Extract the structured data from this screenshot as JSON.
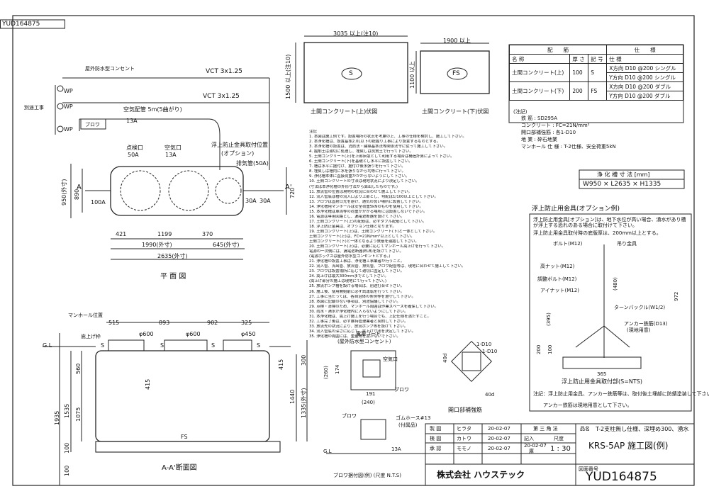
{
  "doc_number_rotated": "YUD164875",
  "plan_view": {
    "title": "平 面 図",
    "outdoor_outlet_label": "屋外防水型コンセント",
    "wp_labels": [
      "WP",
      "WP",
      "WP"
    ],
    "breaker_label": "別途工事",
    "vct1": "VCT 3x1.25",
    "vct2": "VCT 3x1.25",
    "air_pipe": "空気配管 5m(5曲がり)",
    "blower": "ブロワ",
    "air13a": "13A",
    "inspect_port": "点検口",
    "inspect_size": "50A",
    "air_port": "空気口",
    "air_port_size": "13A",
    "float_fitting": "浮上防止金具取付位置",
    "option": "(オプション)",
    "vent_pipe": "排気管(50A)",
    "inlet": "100A",
    "outlet": "30A",
    "outlet2": "30A",
    "sec_a": "A",
    "sec_a2": "A'",
    "dim_950": "950(外寸)",
    "dim_890": "890",
    "dim_720": "720",
    "dim_421": "421",
    "dim_1199": "1199",
    "dim_370": "370",
    "dim_1990": "1990(外寸)",
    "dim_645": "645(外寸)",
    "dim_2635": "2635(外寸)"
  },
  "slab_upper": {
    "dim_w": "3035 以上(注10)",
    "dim_h": "1500 以上(注10)",
    "mark": "S",
    "title": "土間コンクリート(上)伏図"
  },
  "slab_lower": {
    "dim_w": "1900 以上",
    "dim_h": "1100 以上",
    "mark": "FS",
    "title": "土間コンクリート(下)伏図"
  },
  "rebar_table": {
    "title_cols": [
      "配",
      "筋",
      "仕",
      "様"
    ],
    "headers": [
      "名 称",
      "厚 さ",
      "記 号",
      "仕 様"
    ],
    "rows": [
      {
        "name": "土間コンクリート(上)",
        "thick": "100",
        "mark": "S",
        "lines": [
          "X方向  D10 @200 シングル",
          "Y方向  D10 @200 シングル"
        ]
      },
      {
        "name": "土間コンクリート(下)",
        "thick": "200",
        "mark": "FS",
        "lines": [
          "X方向  D10 @200 ダブル",
          "Y方向  D10 @200 ダブル"
        ]
      }
    ]
  },
  "spec_notes": {
    "head": "(注記)",
    "lines": [
      "鉄       筋 : SD295A",
      "コンクリート : FC=21N/mm²",
      "開口部補強筋 : 各1-D10",
      "地       業 : 砕石地業",
      "マンホール 仕 様 : T-2仕様、安全荷重5kN"
    ]
  },
  "tank_size": {
    "label": "浄 化 槽 寸 法 [mm]",
    "value": "W950 × L2635 × H1335"
  },
  "float_detail": {
    "title": "浮上防止用金具(オプション例)",
    "desc": [
      "浮上防止用金具[オプション]は、地下水位が高い場合、湧水があり槽が浮上する恐れのある場合に取付けて下さい。",
      "浮上防止用金具取付時の底版厚は、200mm以上とする。"
    ],
    "bolt": "ボルト(M12)",
    "hanger": "吊り金具",
    "nut": "高ナット(M12)",
    "adj_bolt": "調整ボルト(M12)",
    "eye_nut": "アイナット(M12)",
    "turnbuckle": "ターンバックル(W1/2)",
    "anchor": "アンカー鉄筋(D13)",
    "anchor2": "(現地用意)",
    "dim_480": "(480)",
    "dim_395": "(395)",
    "dim_972": "972",
    "dim_100": "100",
    "dim_200": "200",
    "dim_365": "365",
    "bottom_label": "浮上防止用金具取付部(S=NTS)",
    "notes": [
      "注記：浮上防止用金具、アンカー鉄筋等は、取付後土埋部に防錆塗装して下さい。",
      "アンカー鉄筋は現地用意として下さい。"
    ]
  },
  "section": {
    "title": "A-A'断面図",
    "manhole": "マンホール位置",
    "gl": "G.L",
    "gl2": "G.L",
    "raise_frame": "嵩上げ枠",
    "phi600a": "φ600",
    "phi600b": "φ600",
    "phi450": "φ450",
    "dims_top": [
      "515",
      "893",
      "902",
      "325"
    ],
    "dim_560": "560",
    "dim_1935": "1935",
    "dim_1535": "1535",
    "dim_1075": "1075",
    "dim_415": "415",
    "dim_1440": "1440",
    "dim_1335": "1335(外寸)",
    "dim_300": "300",
    "dim_415b": "415",
    "dim_100": "100",
    "dim_100b": "100",
    "fs": "FS",
    "s_marks": [
      "S",
      "S",
      "S",
      "S"
    ]
  },
  "notes_lines": [
    "注記",
    "1. 本図は施工例です。設置場所の状況を考慮の上、工事の仕様を検討し、施工して下さい。",
    "2. 本浄化槽は、設置基準2.0L以下の総掘り工事により設置するものとする。",
    "3. 本浄化槽の設置は、消防法・建築基準法等関係法令に従って施工して下さい。",
    "4. 掘削土は適切に処理し、埋戻しは良質土で行って下さい。",
    "5. 土間コンクリート(上)を上部床版として利用する場合は構造計算によって下さい。",
    "6. 土間コンクリート(下)を基礎とし水平に設置して下さい。",
    "7. 槽は水平に据付け、据付け後水張りを行って下さい。",
    "8. 埋戻しは槽内に水を張りながら均等に行って下さい。",
    "9. 浄化槽本体に直接荷重がかからないようにして下さい。",
    "10. 土間コンクリートの寸法は現地状況により決定して下さい。",
    "   (寸法は本浄化槽の外形寸法から算出したものです。)",
    "11. 放流管の位置は現地の状況に合わせて施工して下さい。",
    "12. 流入管底は槽の流入口より上部とし、勾配は1/100以上として下さい。",
    "13. ブロワは直射日光を避け、通気の良い場所に設置して下さい。",
    "14. 浄化槽用マンホールは安全荷重5kNのものを使用して下さい。",
    "15. 本浄化槽は車両等の荷重がかかる場所には設置しないで下さい。",
    "16. 電源は専用回路とし、漏電遮断器を設けて下さい。",
    "17. 土間コンクリート(上)の配筋は、必ずダブル配筋として下さい。",
    "18. 浮上防止金具は、オプション仕様となります。",
    "19. 土間コンクリート(上)は、土間コンクリート(下)と一体として下さい。",
    "   土間コンクリート(上)は、FC=21N/mm²以上として下さい。",
    "   土間コンクリート(下)と一体となるよう鉄筋を連結して下さい。",
    "20. 土間コンクリート(上)は、必要に応じてマンホール嵩上げを行って下さい。",
    "   電源の一次側には、漏電遮断器(ELB)を設けて下さい。",
    "   (電源ボックスは屋外防水型コンセントとする。)",
    "21. 浄化槽の設置工事は、浄化槽工事業者が行うこと。",
    "22. 流入管、流出管、放流管、排気管、ブロワ配管等は、現地に合わせて施工して下さい。",
    "23. ブロワは設置場所に応じて適切に固定して下さい。",
    "24. 嵩上げは最大300mmまでとして下さい。",
    "   (嵩上げ部分の施工は現地にて行って下さい。)",
    "25. 放流ポンプ槽を設ける場合は、別途打合せ下さい。",
    "26. 施工後、使用開始前に必ず試運転を行って下さい。",
    "27. 工事に当たっては、各自治体の条例等を遵守して下さい。",
    "28. 本図に記載のない事項は、別途協議して下さい。",
    "29. 点検・清掃のため、マンホール周囲は作業スペースを確保して下さい。",
    "30. 雨水・湧水が浄化槽内に入らないようにして下さい。",
    "31. 本浄化槽は、嵩上げ施工を行う場合でも、上記仕様を満たすこと。",
    "32. 工事完了後は、必ず維持管理業者と契約して下さい。",
    "33. 放流先の状況により、放流ポンプ等を設けて下さい。",
    "34. 流入管底の深さに応じて、嵩上げ寸法を決定して下さい。",
    "35. 浄化槽の周囲には、重量物を置かないで下さい。"
  ],
  "outlet_detail": {
    "power_cord": "電源コード",
    "outlet_label": "(屋外防水型コンセント)",
    "air_port": "空気口",
    "blower": "ブロワ",
    "dim_260": "(260)",
    "dim_174": "174",
    "dim_191": "191",
    "dim_240": "(240)"
  },
  "blower_detail": {
    "blower": "ブロワ",
    "hose": "ゴムホース#13",
    "hose2": "(付属品)",
    "air13a": "13A",
    "gl": "G.L",
    "title": "ブロワ据付図(例) (尺度 N.T.S)"
  },
  "opening_detail": {
    "title": "開口部補強筋",
    "bar1": "1-D10",
    "bar2": "1-D10",
    "dim_40a": "40d",
    "dim_40b": "40d"
  },
  "title_block": {
    "roles": [
      "製 図",
      "検 図",
      "承 認"
    ],
    "names": [
      "ヒラタ",
      "カトウ",
      "モモノ"
    ],
    "dates": [
      "20-02-07",
      "20-02-07",
      "20-02-07"
    ],
    "angle": "第 三 角 法",
    "scale_label": "尺度",
    "scale": "1 : 30",
    "entry": "記入",
    "entry_date": "20-02-07",
    "entry_sub": "庫",
    "product_label": "品名",
    "product_desc": "T-2支柱無し仕様、深埋め300、湧水",
    "model": "KRS-5AP  施工図(例)",
    "company": "株式会社 ハウステック",
    "number_label": "図面番号",
    "number": "YUD164875"
  }
}
